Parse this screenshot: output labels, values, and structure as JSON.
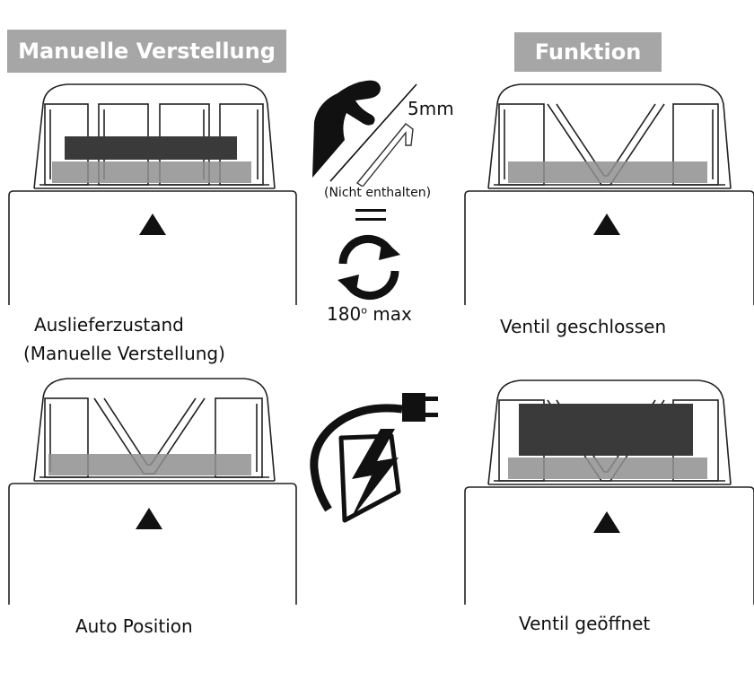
{
  "headers": {
    "left": "Manuelle Verstellung",
    "right": "Funktion"
  },
  "captions": {
    "delivery_state_line1": "Auslieferzustand",
    "delivery_state_line2": "(Manuelle Verstellung)",
    "valve_closed": "Ventil geschlossen",
    "auto_position": "Auto Position",
    "valve_open": "Ventil geöffnet"
  },
  "middle": {
    "wrench_size": "5mm",
    "not_included": "(Nicht enthalten)",
    "rotation": "180",
    "rotation_degree": "o",
    "rotation_suffix": " max"
  },
  "colors": {
    "header_bg": "#a6a6a6",
    "dark_band": "#3a3a3a",
    "light_band": "#8f8f8f",
    "line": "#222222"
  },
  "icons": [
    "hand-icon",
    "hex-key-icon",
    "equals-icon",
    "rotate-icon",
    "power-plug-icon",
    "lightning-icon",
    "arrow-up-icon"
  ]
}
